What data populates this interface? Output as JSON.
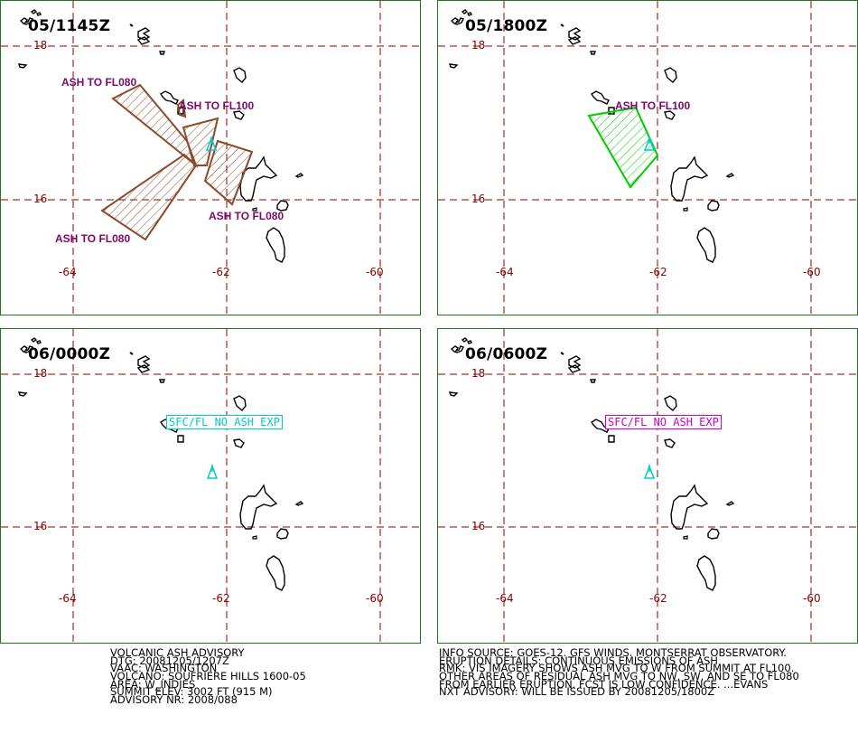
{
  "panels": [
    {
      "time": "05/1145Z",
      "ticks": {
        "lat18": "18",
        "lat16": "16",
        "lon64": "-64",
        "lon62": "-62",
        "lon60": "-60"
      },
      "labels": [
        "ASH TO FL080",
        "ASH TO FL100",
        "ASH TO FL080",
        "ASH TO FL080"
      ]
    },
    {
      "time": "05/1800Z",
      "ticks": {
        "lat18": "18",
        "lat16": "16",
        "lon64": "-64",
        "lon62": "-62",
        "lon60": "-60"
      },
      "labels": [
        "ASH TO FL100"
      ]
    },
    {
      "time": "06/0000Z",
      "ticks": {
        "lat18": "18",
        "lat16": "16",
        "lon64": "-64",
        "lon62": "-62",
        "lon60": "-60"
      },
      "box_label": "SFC/FL NO ASH EXP"
    },
    {
      "time": "06/0600Z",
      "ticks": {
        "lat18": "18",
        "lat16": "16",
        "lon64": "-64",
        "lon62": "-62",
        "lon60": "-60"
      },
      "box_label": "SFC/FL NO ASH EXP"
    }
  ],
  "colors": {
    "grid": "#8b0000",
    "ash_1145": "#8b4a2b",
    "ash_1800": "#00cc00",
    "volcano": "#00cccc",
    "box_0000": "#00cccc",
    "box_0600": "#cc00cc",
    "border": "#1a7a1a"
  },
  "advisory_left": [
    "VOLCANIC ASH ADVISORY",
    "DTG: 20081205/1207Z",
    "VAAC: WASHINGTON",
    "VOLCANO: SOUFRIERE HILLS 1600-05",
    "AREA: W_INDIES",
    "SUMMIT ELEV: 3002 FT (915 M)",
    "ADVISORY NR: 2008/088"
  ],
  "advisory_right": [
    "INFO SOURCE: GOES-12. GFS WINDS. MONTSERRAT OBSERVATORY.",
    "ERUPTION DETAILS: CONTINUOUS EMISSIONS OF ASH",
    "RMK: VIS IMAGERY SHOWS ASH MVG TO W FROM SUMMIT AT FL100.",
    "OTHER AREAS OF RESIDUAL ASH MVG TO NW, SW, AND SE TO FL080",
    "FROM EARLIER ERUPTION. FCST IS LOW CONFIDENCE. ...EVANS",
    "NXT ADVISORY: WILL BE ISSUED BY 20081205/1800Z"
  ]
}
